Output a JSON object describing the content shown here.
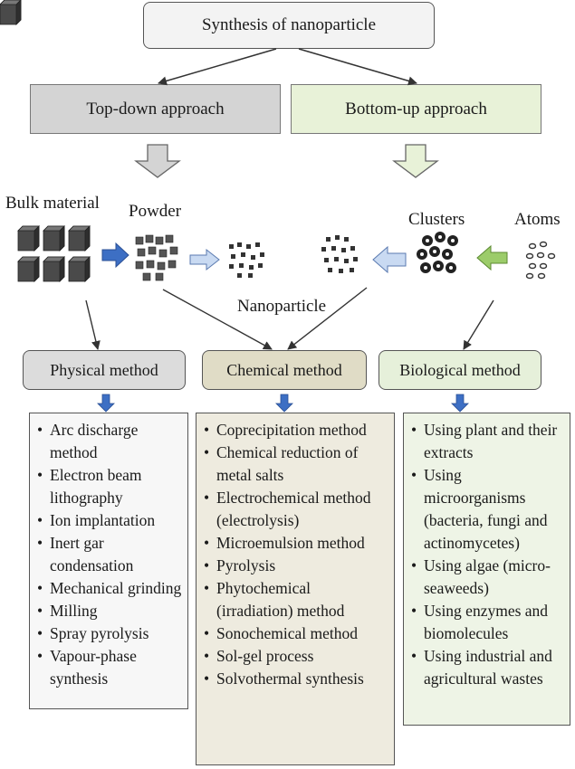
{
  "title": "Synthesis of nanoparticle",
  "approaches": {
    "top_down": "Top-down approach",
    "bottom_up": "Bottom-up approach"
  },
  "stages": {
    "bulk": "Bulk material",
    "powder": "Powder",
    "clusters": "Clusters",
    "atoms": "Atoms",
    "nanoparticle": "Nanoparticle"
  },
  "methods": {
    "physical": {
      "label": "Physical method",
      "items": [
        "Arc discharge method",
        "Electron beam lithography",
        "Ion implantation",
        "Inert gar condensation",
        "Mechanical grinding",
        "Milling",
        "Spray pyrolysis",
        "Vapour-phase synthesis"
      ]
    },
    "chemical": {
      "label": "Chemical method",
      "items": [
        "Coprecipitation method",
        "Chemical reduction of metal salts",
        "Electrochemical method (electrolysis)",
        "Microemulsion method",
        "Pyrolysis",
        "Phytochemical (irradiation) method",
        "Sonochemical method",
        "Sol-gel process",
        "Solvothermal synthesis"
      ]
    },
    "biological": {
      "label": "Biological method",
      "items": [
        "Using plant and their extracts",
        "Using microorganisms (bacteria, fungi and actinomycetes)",
        "Using algae (micro-seaweeds)",
        "Using enzymes and biomolecules",
        "Using industrial and agricultural wastes"
      ]
    }
  },
  "colors": {
    "top_down_fill": "#d4d4d4",
    "bottom_up_fill": "#e8f2d8",
    "blue_arrow": "#3d6fc4",
    "light_blue_arrow": "#c9daf2",
    "green_arrow": "#9ccc6a",
    "cube": "#444444"
  }
}
